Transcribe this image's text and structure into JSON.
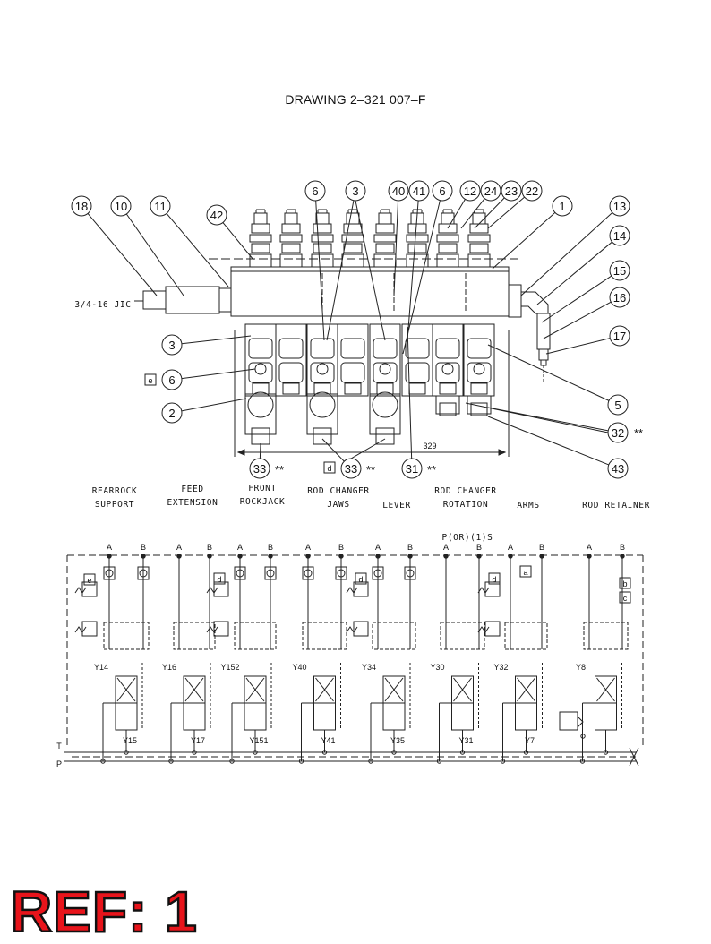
{
  "drawing_title": "DRAWING 2–321 007–F",
  "fitting_label": "3/4-16 JIC",
  "dimension": "329",
  "star_suffix": "**",
  "callouts_top": [
    "6",
    "3",
    "40",
    "41",
    "6",
    "12",
    "24",
    "23",
    "22"
  ],
  "callouts_left": [
    "18",
    "10",
    "11",
    "42"
  ],
  "callouts_right": [
    "1",
    "13",
    "14",
    "15",
    "16",
    "17",
    "5",
    "32",
    "43"
  ],
  "callouts_left_side": [
    "3",
    "6",
    "2"
  ],
  "callouts_bottom": [
    "33",
    "33",
    "31"
  ],
  "letter_boxes": {
    "e": "e",
    "d": "d",
    "a": "a",
    "b": "b",
    "c": "c"
  },
  "sections": [
    "REARROCK SUPPORT",
    "FEED EXTENSION",
    "FRONT ROCKJACK",
    "ROD CHANGER JAWS",
    "LEVER",
    "ROD CHANGER ROTATION",
    "ARMS",
    "ROD RETAINER"
  ],
  "section_lines": [
    [
      "REARROCK",
      "SUPPORT"
    ],
    [
      "FEED",
      "EXTENSION"
    ],
    [
      "FRONT",
      "ROCKJACK"
    ],
    [
      "ROD CHANGER",
      "JAWS"
    ],
    [
      "LEVER"
    ],
    [
      "ROD CHANGER",
      "ROTATION"
    ],
    [
      "ARMS"
    ],
    [
      "ROD RETAINER"
    ]
  ],
  "port_label_top": "P(OR)(1)S",
  "port_A": "A",
  "port_B": "B",
  "line_T": "T",
  "line_P": "P",
  "solenoids_upper": [
    "Y14",
    "Y16",
    "Y152",
    "Y40",
    "Y34",
    "Y30",
    "Y32",
    "Y8"
  ],
  "solenoids_lower": [
    "Y15",
    "Y17",
    "Y151",
    "Y41",
    "Y35",
    "Y31",
    "Y7"
  ],
  "ref_label": "REF: 1"
}
